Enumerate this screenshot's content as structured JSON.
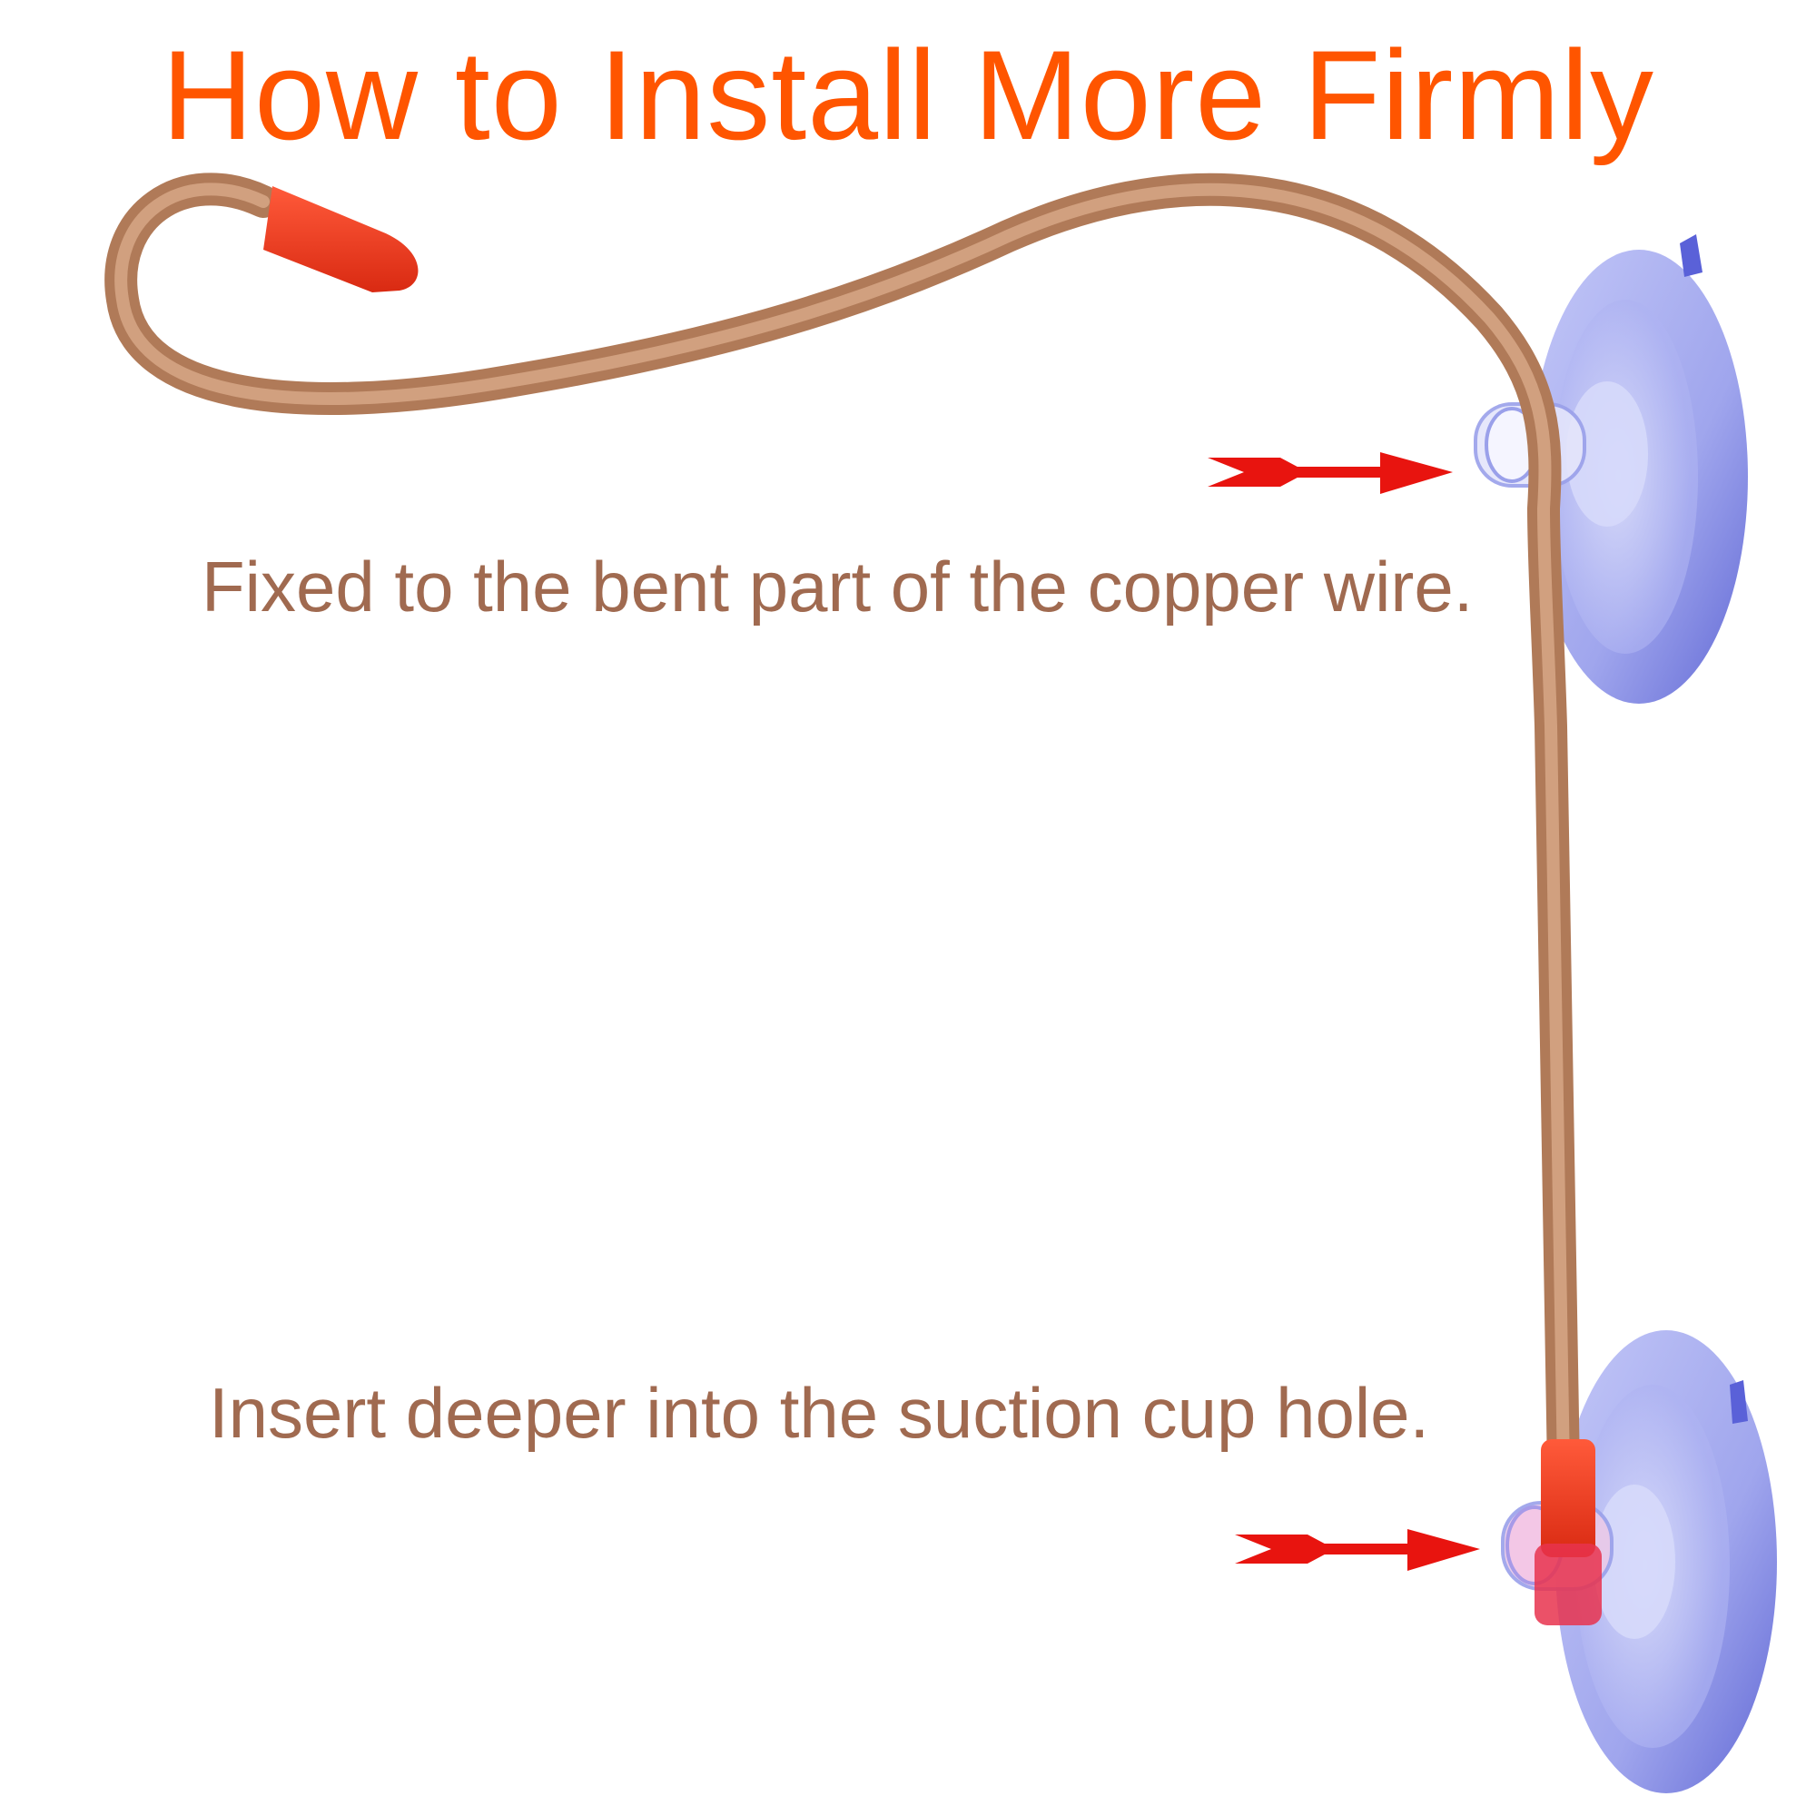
{
  "title": "How to Install More Firmly",
  "steps": [
    {
      "text": "Fixed to the bent part of the copper wire."
    },
    {
      "text": "Insert deeper into the suction cup hole."
    }
  ],
  "colors": {
    "title": "#ff5500",
    "caption": "#a06a50",
    "arrow": "#e8140f",
    "copper": "#c8906e",
    "cap": "#ee3a1e",
    "suction_cup": "#7f86e6"
  }
}
